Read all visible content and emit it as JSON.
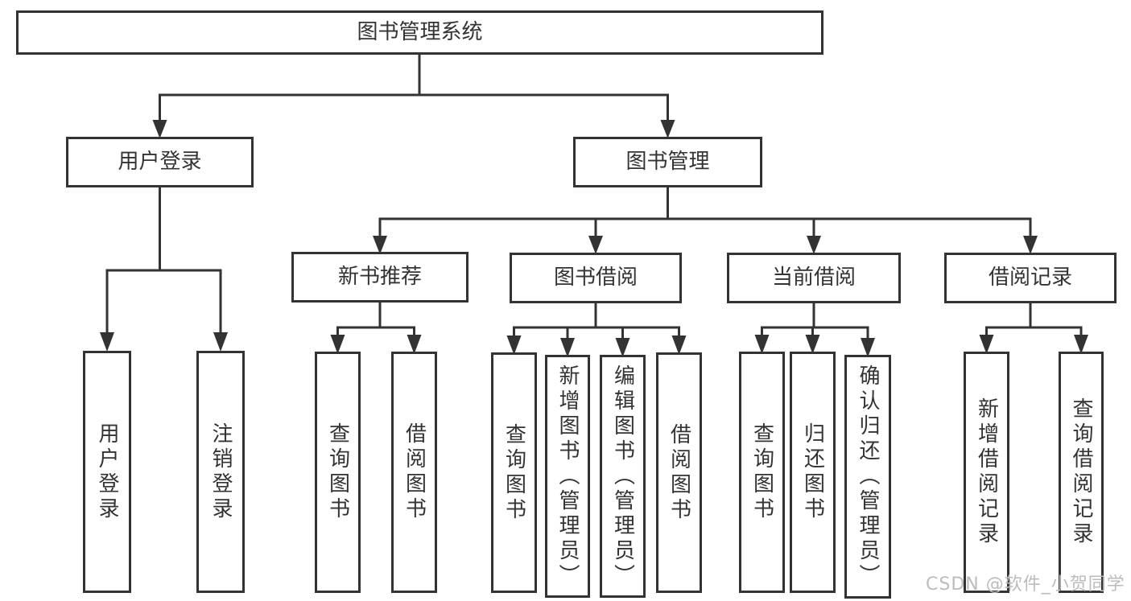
{
  "tree": {
    "label": "图书管理系统",
    "children": [
      {
        "label": "用户登录",
        "children": [
          {
            "label": "用户登录"
          },
          {
            "label": "注销登录"
          }
        ]
      },
      {
        "label": "图书管理",
        "children": [
          {
            "label": "新书推荐",
            "children": [
              {
                "label": "查询图书"
              },
              {
                "label": "借阅图书"
              }
            ]
          },
          {
            "label": "图书借阅",
            "children": [
              {
                "label": "查询图书"
              },
              {
                "label": "新增图书（管理员）"
              },
              {
                "label": "编辑图书（管理员）"
              },
              {
                "label": "借阅图书"
              }
            ]
          },
          {
            "label": "当前借阅",
            "children": [
              {
                "label": "查询图书"
              },
              {
                "label": "归还图书"
              },
              {
                "label": "确认归还（管理员）"
              }
            ]
          },
          {
            "label": "借阅记录",
            "children": [
              {
                "label": "新增借阅记录"
              },
              {
                "label": "查询借阅记录"
              }
            ]
          }
        ]
      }
    ]
  },
  "watermark": {
    "text": "CSDN @软件_小贺同学"
  },
  "colors": {
    "line_color": "#333333",
    "text_color": "#333333",
    "background": "#ffffff",
    "watermark_color": "#bcbcbc"
  }
}
